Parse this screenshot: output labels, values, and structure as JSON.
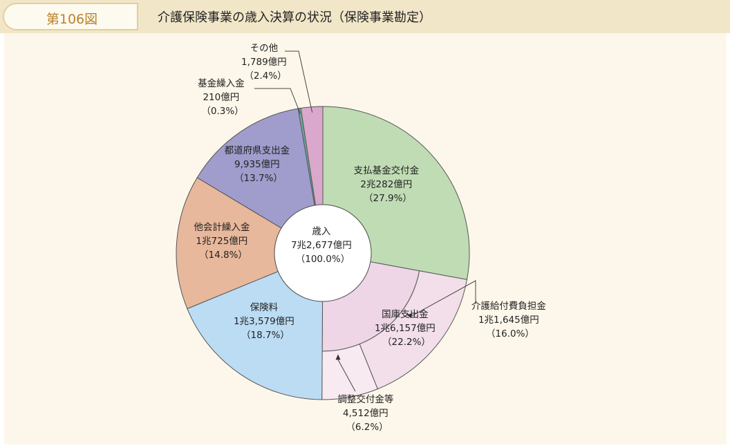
{
  "header": {
    "figure_number": "第106図",
    "title": "介護保険事業の歳入決算の状況（保険事業勘定）"
  },
  "chart_data": {
    "type": "pie",
    "variant": "donut",
    "center": {
      "line1": "歳入",
      "line2": "7兆2,677億円",
      "line3": "（100.0%）"
    },
    "slices": [
      {
        "name": "支払基金交付金",
        "amount": "2兆282億円",
        "percent_label": "（27.9%）",
        "percent": 27.9,
        "color": "#c0dcb4"
      },
      {
        "name": "国庫支出金",
        "amount": "1兆6,157億円",
        "percent_label": "（22.2%）",
        "percent": 22.2,
        "color": "#eed6e6"
      },
      {
        "name": "保険料",
        "amount": "1兆3,579億円",
        "percent_label": "（18.7%）",
        "percent": 18.7,
        "color": "#bcdcf4"
      },
      {
        "name": "他会計繰入金",
        "amount": "1兆725億円",
        "percent_label": "（14.8%）",
        "percent": 14.8,
        "color": "#e8b89c"
      },
      {
        "name": "都道府県支出金",
        "amount": "9,935億円",
        "percent_label": "（13.7%）",
        "percent": 13.7,
        "color": "#a09ccc"
      },
      {
        "name": "基金繰入金",
        "amount": "210億円",
        "percent_label": "（0.3%）",
        "percent": 0.3,
        "color": "#6aa89c"
      },
      {
        "name": "その他",
        "amount": "1,789億円",
        "percent_label": "（2.4%）",
        "percent": 2.4,
        "color": "#d9a8cc"
      }
    ],
    "sub_slices": [
      {
        "name": "介護給付費負担金",
        "amount": "1兆1,645億円",
        "percent_label": "（16.0%）",
        "percent": 16.0,
        "color": "#f2dfe9"
      },
      {
        "name": "調整交付金等",
        "amount": "4,512億円",
        "percent_label": "（6.2%）",
        "percent": 6.2,
        "color": "#f8eaf1"
      }
    ]
  }
}
